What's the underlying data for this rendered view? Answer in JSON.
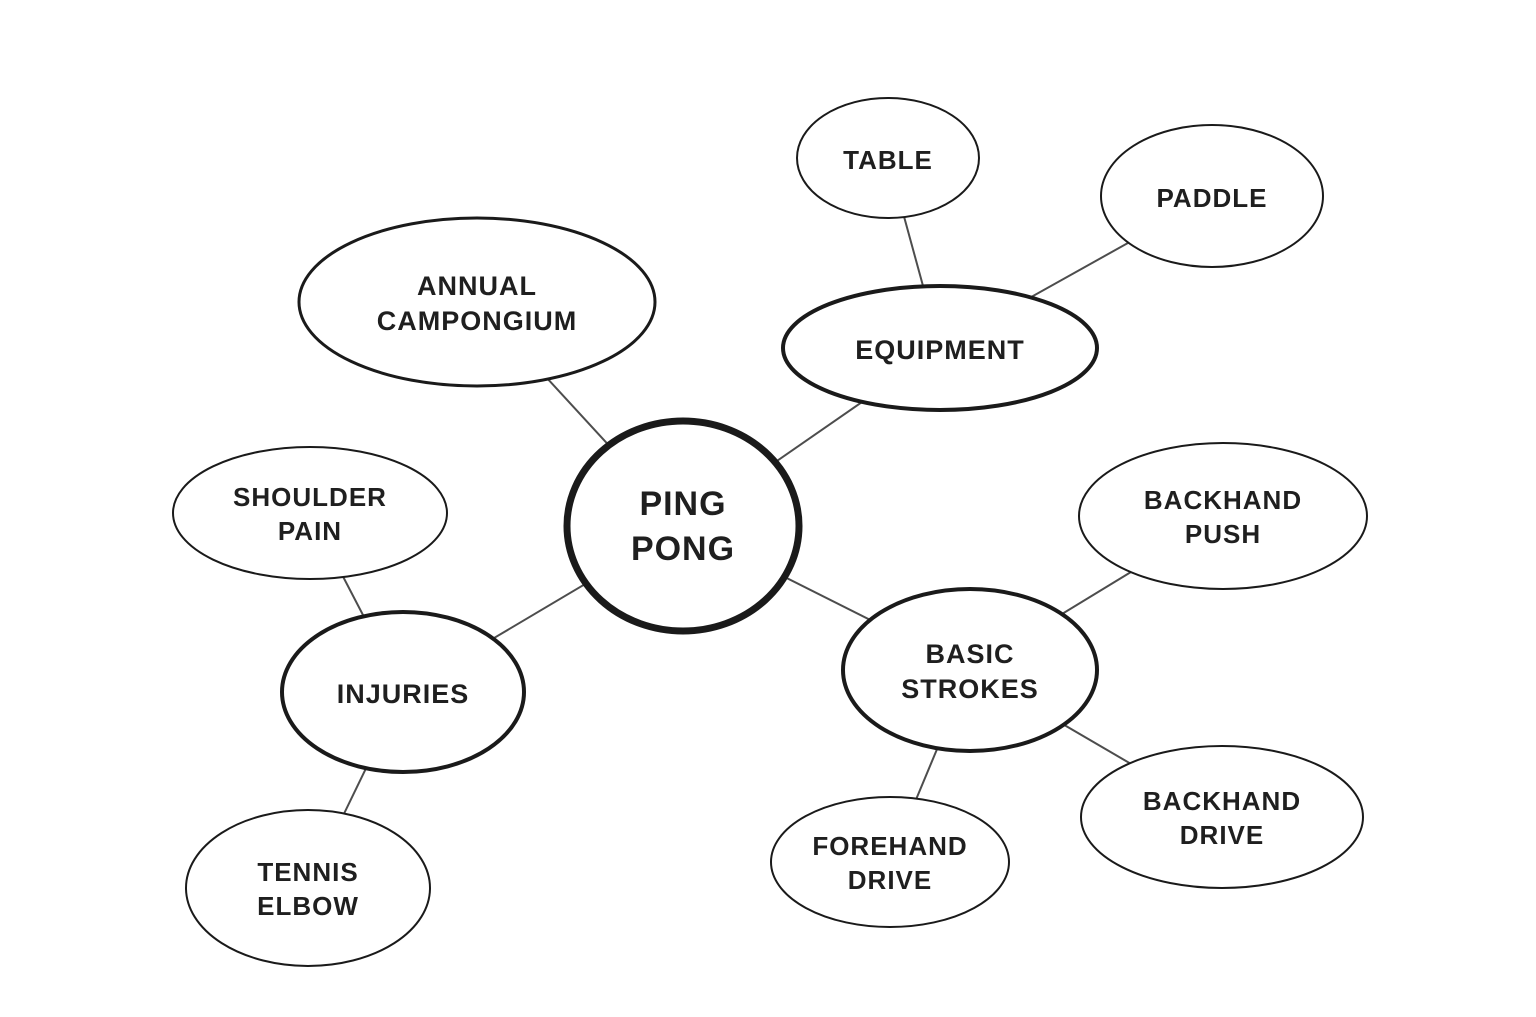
{
  "diagram": {
    "type": "mind-map",
    "topic": "PING PONG",
    "colors": {
      "background": "#ffffff",
      "node_fill": "#ffffff",
      "node_stroke": "#1a1a1a",
      "connector": "#4d4d4d",
      "text": "#1f1f1f"
    },
    "nodes": {
      "ping_pong": {
        "label": "PING PONG",
        "level": 0,
        "lines": [
          "PING",
          "PONG"
        ]
      },
      "annual_campongium": {
        "label": "ANNUAL CAMPONGIUM",
        "level": 1,
        "lines": [
          "ANNUAL",
          "CAMPONGIUM"
        ]
      },
      "equipment": {
        "label": "EQUIPMENT",
        "level": 1,
        "lines": [
          "EQUIPMENT"
        ]
      },
      "table": {
        "label": "TABLE",
        "level": 2,
        "lines": [
          "TABLE"
        ]
      },
      "paddle": {
        "label": "PADDLE",
        "level": 2,
        "lines": [
          "PADDLE"
        ]
      },
      "shoulder_pain": {
        "label": "SHOULDER PAIN",
        "level": 2,
        "lines": [
          "SHOULDER",
          "PAIN"
        ]
      },
      "injuries": {
        "label": "INJURIES",
        "level": 1,
        "lines": [
          "INJURIES"
        ]
      },
      "tennis_elbow": {
        "label": "TENNIS ELBOW",
        "level": 2,
        "lines": [
          "TENNIS",
          "ELBOW"
        ]
      },
      "basic_strokes": {
        "label": "BASIC STROKES",
        "level": 1,
        "lines": [
          "BASIC",
          "STROKES"
        ]
      },
      "backhand_push": {
        "label": "BACKHAND PUSH",
        "level": 2,
        "lines": [
          "BACKHAND",
          "PUSH"
        ]
      },
      "forehand_drive": {
        "label": "FOREHAND DRIVE",
        "level": 2,
        "lines": [
          "FOREHAND",
          "DRIVE"
        ]
      },
      "backhand_drive": {
        "label": "BACKHAND DRIVE",
        "level": 2,
        "lines": [
          "BACKHAND",
          "DRIVE"
        ]
      }
    },
    "edges": [
      {
        "from": "ping_pong",
        "to": "annual_campongium"
      },
      {
        "from": "ping_pong",
        "to": "equipment"
      },
      {
        "from": "ping_pong",
        "to": "injuries"
      },
      {
        "from": "ping_pong",
        "to": "basic_strokes"
      },
      {
        "from": "equipment",
        "to": "table"
      },
      {
        "from": "equipment",
        "to": "paddle"
      },
      {
        "from": "injuries",
        "to": "shoulder_pain"
      },
      {
        "from": "injuries",
        "to": "tennis_elbow"
      },
      {
        "from": "basic_strokes",
        "to": "backhand_push"
      },
      {
        "from": "basic_strokes",
        "to": "forehand_drive"
      },
      {
        "from": "basic_strokes",
        "to": "backhand_drive"
      }
    ]
  }
}
